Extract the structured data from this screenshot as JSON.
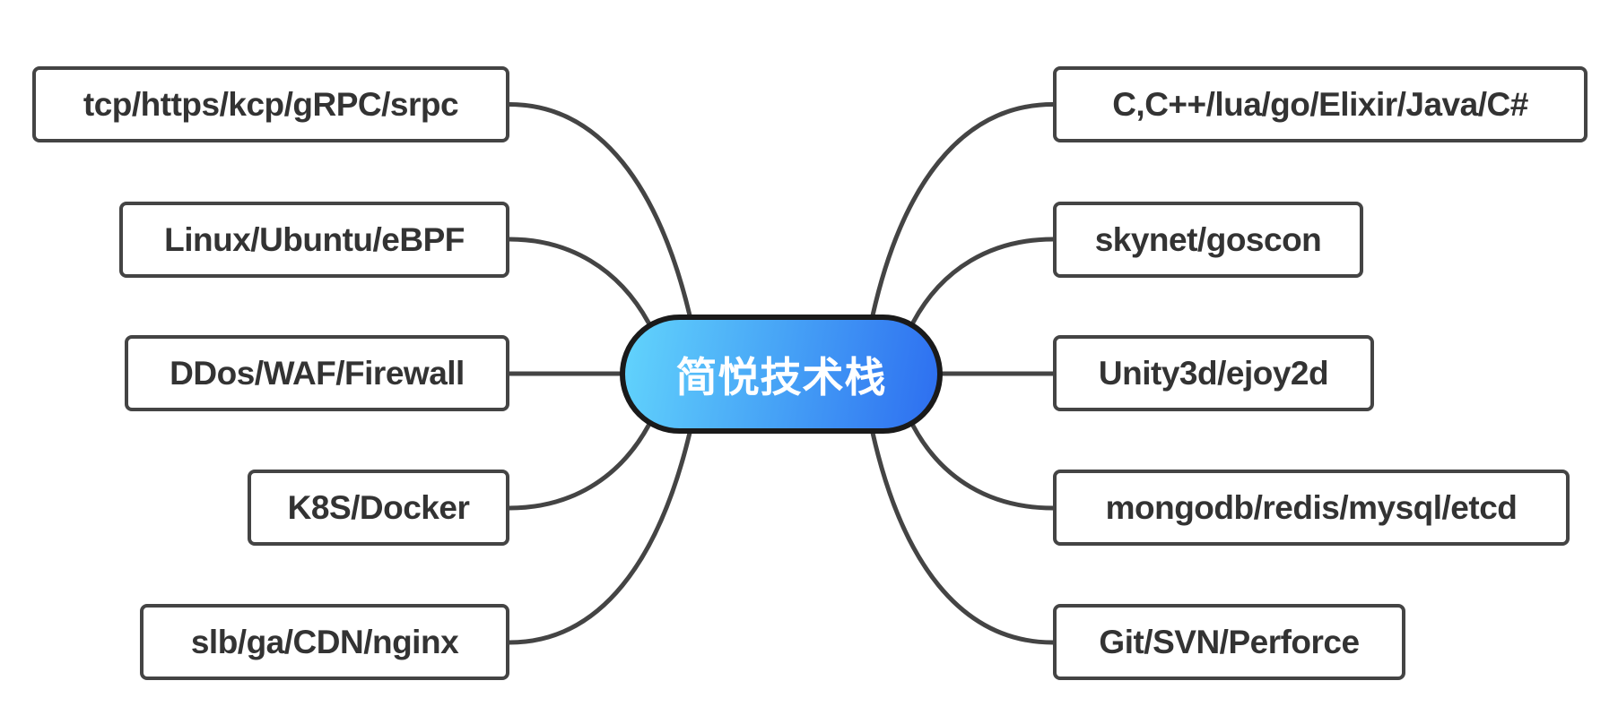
{
  "central_topic": {
    "label": "简悦技术栈",
    "gradient_start": "#62d4fc",
    "gradient_end": "#2d6ef0"
  },
  "left_branches": [
    {
      "label": "tcp/https/kcp/gRPC/srpc"
    },
    {
      "label": "Linux/Ubuntu/eBPF"
    },
    {
      "label": "DDos/WAF/Firewall"
    },
    {
      "label": "K8S/Docker"
    },
    {
      "label": "slb/ga/CDN/nginx"
    }
  ],
  "right_branches": [
    {
      "label": "C,C++/lua/go/Elixir/Java/C#"
    },
    {
      "label": "skynet/goscon"
    },
    {
      "label": "Unity3d/ejoy2d"
    },
    {
      "label": "mongodb/redis/mysql/etcd"
    },
    {
      "label": "Git/SVN/Perforce"
    }
  ],
  "colors": {
    "line": "#444444",
    "text": "#333333",
    "central_border": "#1a1a1a"
  }
}
